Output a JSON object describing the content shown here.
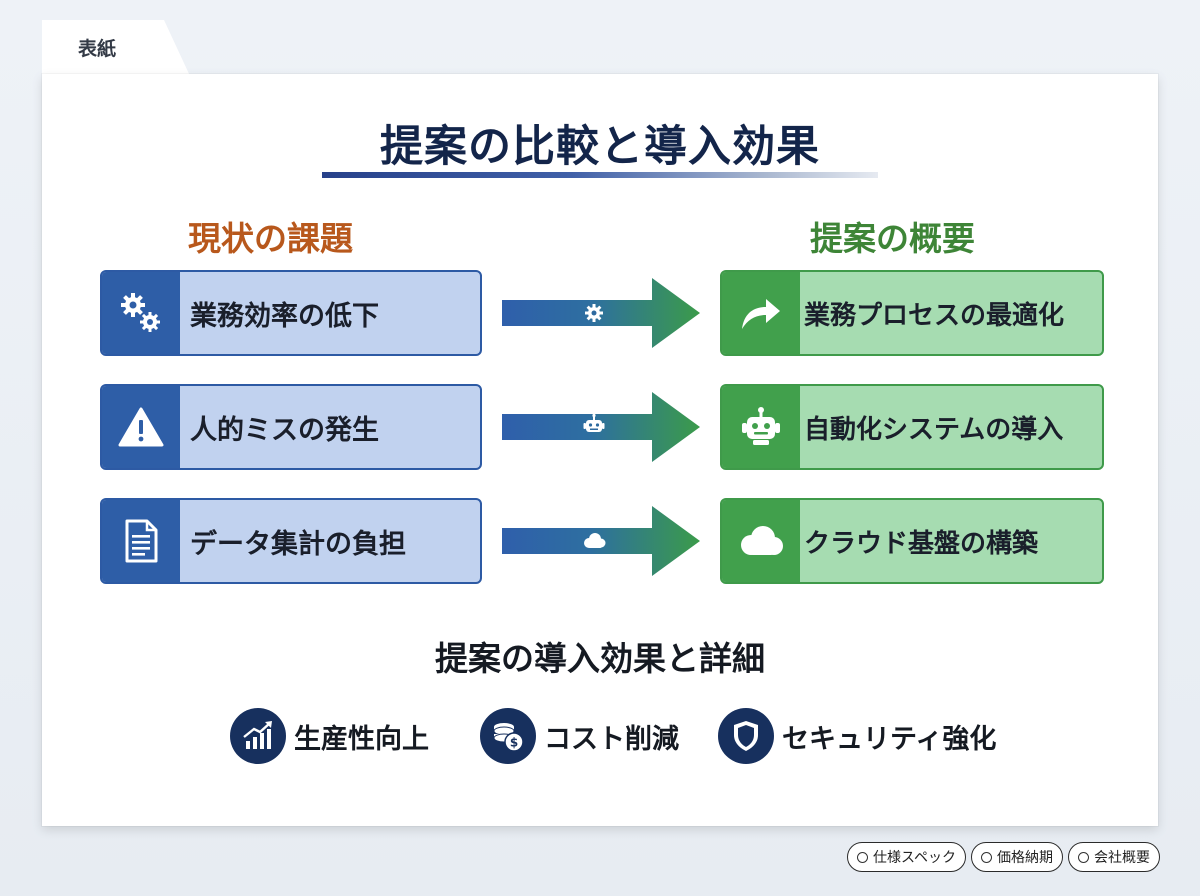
{
  "tab": {
    "label": "表紙"
  },
  "slide": {
    "title": "提案の比較と導入効果",
    "left_heading": "現状の課題",
    "right_heading": "提案の概要",
    "rows": [
      {
        "problem": "業務効率の低下",
        "problem_icon": "gears-icon",
        "arrow_icon": "gear-icon",
        "solution": "業務プロセスの最適化",
        "solution_icon": "forward-arrow-icon"
      },
      {
        "problem": "人的ミスの発生",
        "problem_icon": "warning-icon",
        "arrow_icon": "robot-icon",
        "solution": "自動化システムの導入",
        "solution_icon": "robot-icon"
      },
      {
        "problem": "データ集計の負担",
        "problem_icon": "document-icon",
        "arrow_icon": "cloud-icon",
        "solution": "クラウド基盤の構築",
        "solution_icon": "cloud-icon"
      }
    ],
    "subtitle": "提案の導入効果と詳細",
    "benefits": [
      {
        "label": "生産性向上",
        "icon": "growth-chart-icon"
      },
      {
        "label": "コスト削減",
        "icon": "coins-icon"
      },
      {
        "label": "セキュリティ強化",
        "icon": "shield-icon"
      }
    ]
  },
  "footer_links": [
    {
      "label": "仕様スペック"
    },
    {
      "label": "価格納期"
    },
    {
      "label": "会社概要"
    }
  ],
  "colors": {
    "title": "#13254a",
    "problem_heading": "#b8581c",
    "solution_heading": "#3e8537",
    "problem_box": "#c1d2ef",
    "problem_accent": "#2e5ea7",
    "solution_box": "#a6dcb1",
    "solution_accent": "#41a04c",
    "benefit_icon_bg": "#17305e"
  }
}
